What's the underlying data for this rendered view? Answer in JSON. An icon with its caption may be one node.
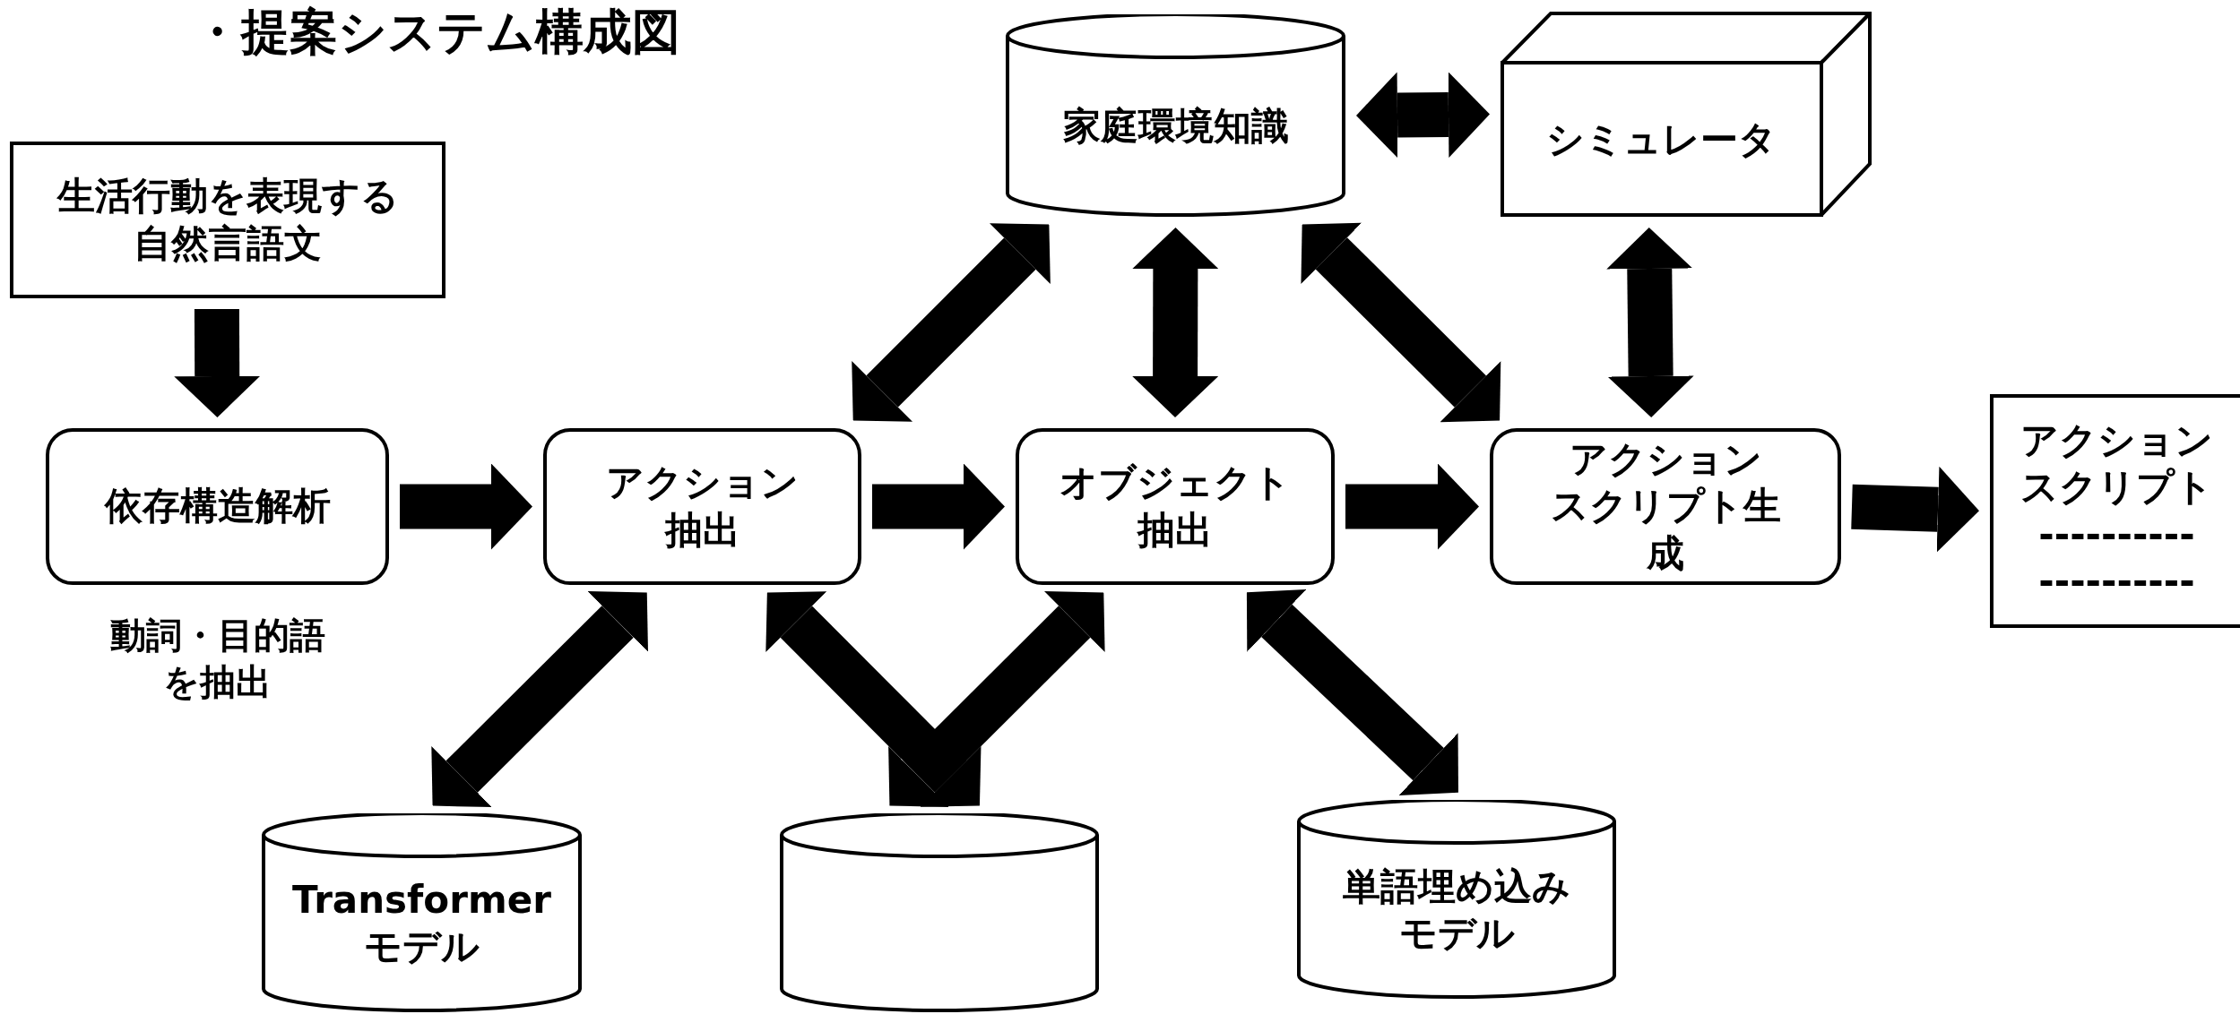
{
  "diagram": {
    "title": "・提案システム構成図",
    "nodes": [
      {
        "text": [
          "生活行動を表現する自然言語文"
        ]
      },
      {
        "text": [
          "依存構造解析"
        ],
        "beside": [
          "動詞・目的語を抽出"
        ]
      },
      {
        "text": [
          "アクション抽出"
        ]
      },
      {
        "text": [
          "オブジェクト抽出"
        ]
      },
      {
        "text": [
          "アクションスクリプト生成"
        ]
      },
      {
        "text": [
          "アクションスクリプト",
          "----------",
          "----------"
        ]
      },
      {
        "text": [
          "家庭環境知識"
        ]
      },
      {
        "text": [
          "シミュレータ"
        ]
      },
      {
        "text": [
          "Transformer モデル"
        ]
      },
      {
        "text": [],
        "shape": "cylinder"
      },
      {
        "text": [
          "単語埋め込みモデル"
        ]
      }
    ],
    "edges": [
      {
        "from": 0,
        "to": 1,
        "arrow": "to"
      },
      {
        "from": 1,
        "to": 2,
        "arrow": "to"
      },
      {
        "from": 2,
        "to": 3,
        "arrow": "to"
      },
      {
        "from": 3,
        "to": 4,
        "arrow": "to"
      },
      {
        "from": 4,
        "to": 5,
        "arrow": "to"
      },
      {
        "from": 6,
        "to": 7,
        "arrow": "both"
      },
      {
        "from": 2,
        "to": 6,
        "arrow": "both"
      },
      {
        "from": 3,
        "to": 6,
        "arrow": "both"
      },
      {
        "from": 4,
        "to": 6,
        "arrow": "both"
      },
      {
        "from": 4,
        "to": 7,
        "arrow": "both"
      },
      {
        "from": 2,
        "to": 8,
        "arrow": "both"
      },
      {
        "from": 2,
        "to": 9,
        "arrow": "both"
      },
      {
        "from": 3,
        "to": 9,
        "arrow": "both"
      },
      {
        "from": 3,
        "to": 10,
        "arrow": "both"
      }
    ]
  }
}
